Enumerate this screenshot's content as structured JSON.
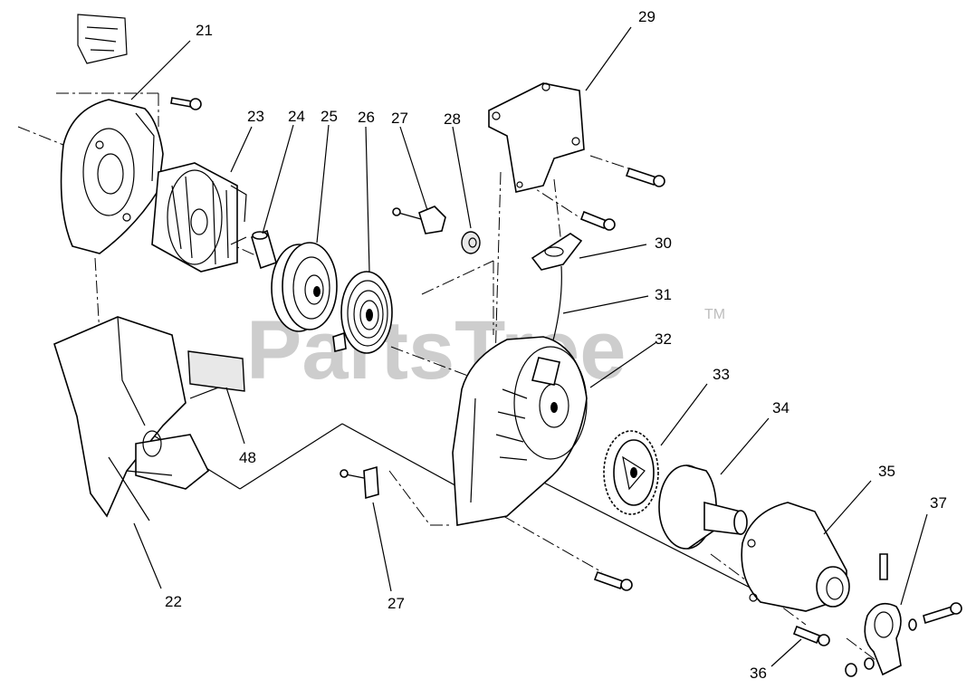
{
  "watermark": {
    "text": "PartsTree",
    "trademark": "TM"
  },
  "parts": [
    {
      "label": "21"
    },
    {
      "label": "22"
    },
    {
      "label": "23"
    },
    {
      "label": "24"
    },
    {
      "label": "25"
    },
    {
      "label": "26"
    },
    {
      "label": "27"
    },
    {
      "label": "28"
    },
    {
      "label": "29"
    },
    {
      "label": "30"
    },
    {
      "label": "31"
    },
    {
      "label": "32"
    },
    {
      "label": "33"
    },
    {
      "label": "34"
    },
    {
      "label": "35"
    },
    {
      "label": "36"
    },
    {
      "label": "37"
    },
    {
      "label": "48"
    },
    {
      "label": "27"
    }
  ]
}
